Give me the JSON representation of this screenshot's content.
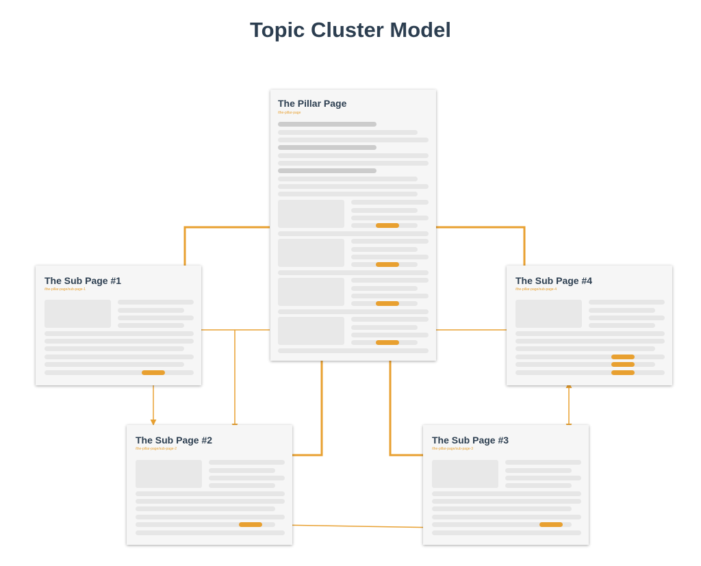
{
  "title": "Topic Cluster Model",
  "colors": {
    "accent": "#e8a030",
    "title": "#2c3e50",
    "card": "#f6f6f6",
    "bar": "#e6e6e6"
  },
  "pages": {
    "pillar": {
      "title": "The Pillar Page",
      "url": "/the-pillar-page"
    },
    "sub1": {
      "title": "The Sub Page #1",
      "url": "/the-pillar-page/sub-page-1"
    },
    "sub2": {
      "title": "The Sub Page #2",
      "url": "/the-pillar-page/sub-page-2"
    },
    "sub3": {
      "title": "The Sub Page #3",
      "url": "/the-pillar-page/sub-page-3"
    },
    "sub4": {
      "title": "The Sub Page #4",
      "url": "/the-pillar-page/sub-page-4"
    }
  }
}
